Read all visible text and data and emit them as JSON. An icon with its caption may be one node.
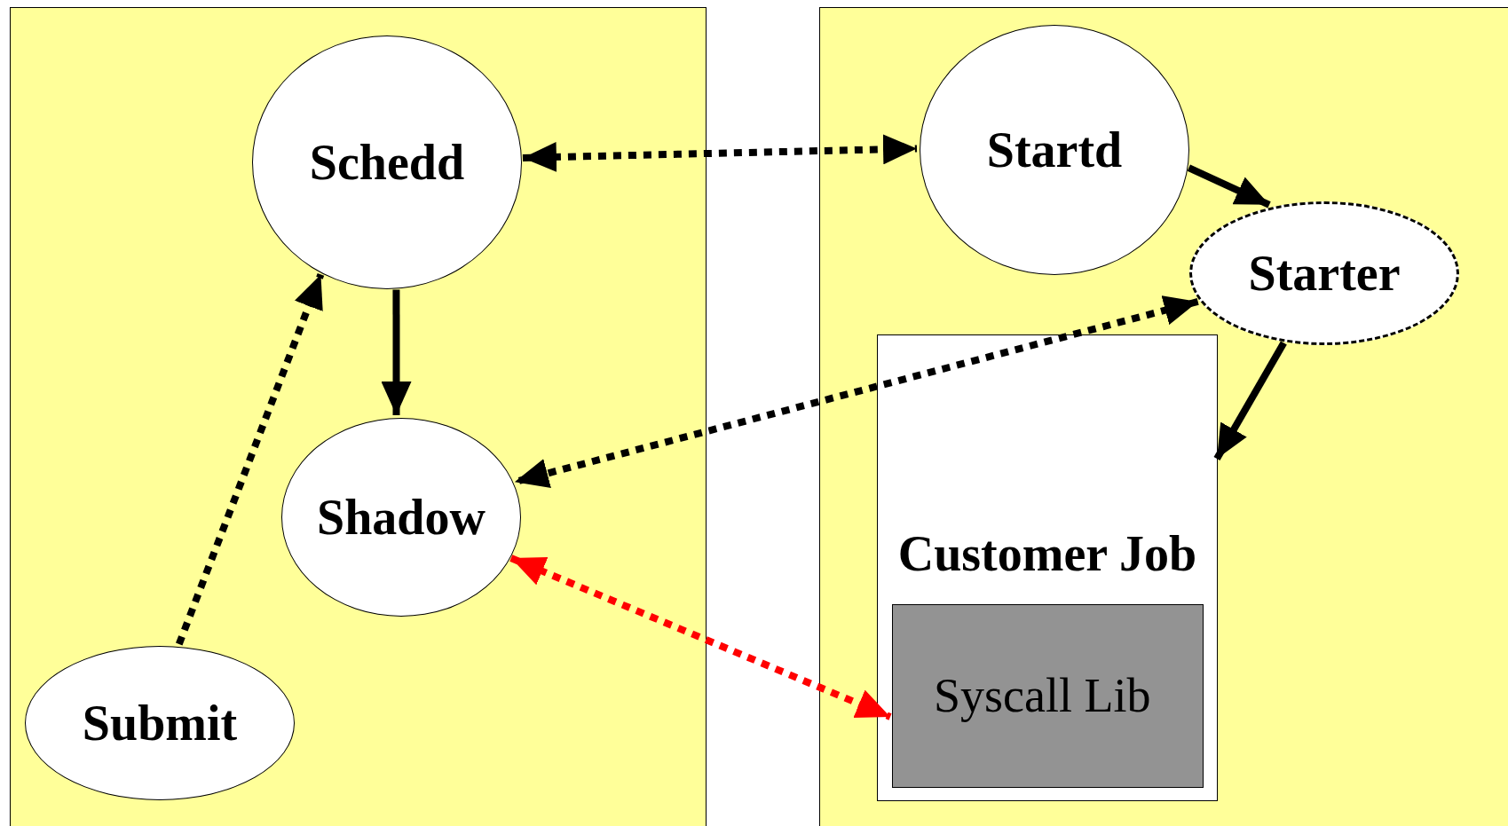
{
  "diagram": {
    "nodes": [
      {
        "text": [],
        "shape": "box"
      },
      {
        "text": [],
        "shape": "box"
      },
      {
        "text": [
          "Schedd"
        ],
        "in": 0
      },
      {
        "text": [
          "Shadow"
        ],
        "in": 0
      },
      {
        "text": [
          "Submit"
        ],
        "in": 0
      },
      {
        "text": [
          "Startd"
        ],
        "in": 1
      },
      {
        "text": [
          "Starter"
        ],
        "in": 1
      },
      {
        "text": [
          "Customer Job"
        ],
        "in": 1
      },
      {
        "text": [
          "Syscall Lib"
        ],
        "in": 7
      }
    ],
    "edges": [
      {
        "from": 2,
        "to": 5,
        "arrow": "both",
        "style": "dashed"
      },
      {
        "from": 5,
        "to": 6,
        "arrow": "to"
      },
      {
        "from": 4,
        "to": 2,
        "arrow": "to",
        "style": "dashed"
      },
      {
        "from": 2,
        "to": 3,
        "arrow": "to"
      },
      {
        "from": 6,
        "to": 3,
        "arrow": "both",
        "style": "dashed"
      },
      {
        "from": 6,
        "to": 7,
        "arrow": "to"
      },
      {
        "from": 3,
        "to": 8,
        "arrow": "both",
        "style": "dashed",
        "color": "#ff0000"
      }
    ]
  }
}
